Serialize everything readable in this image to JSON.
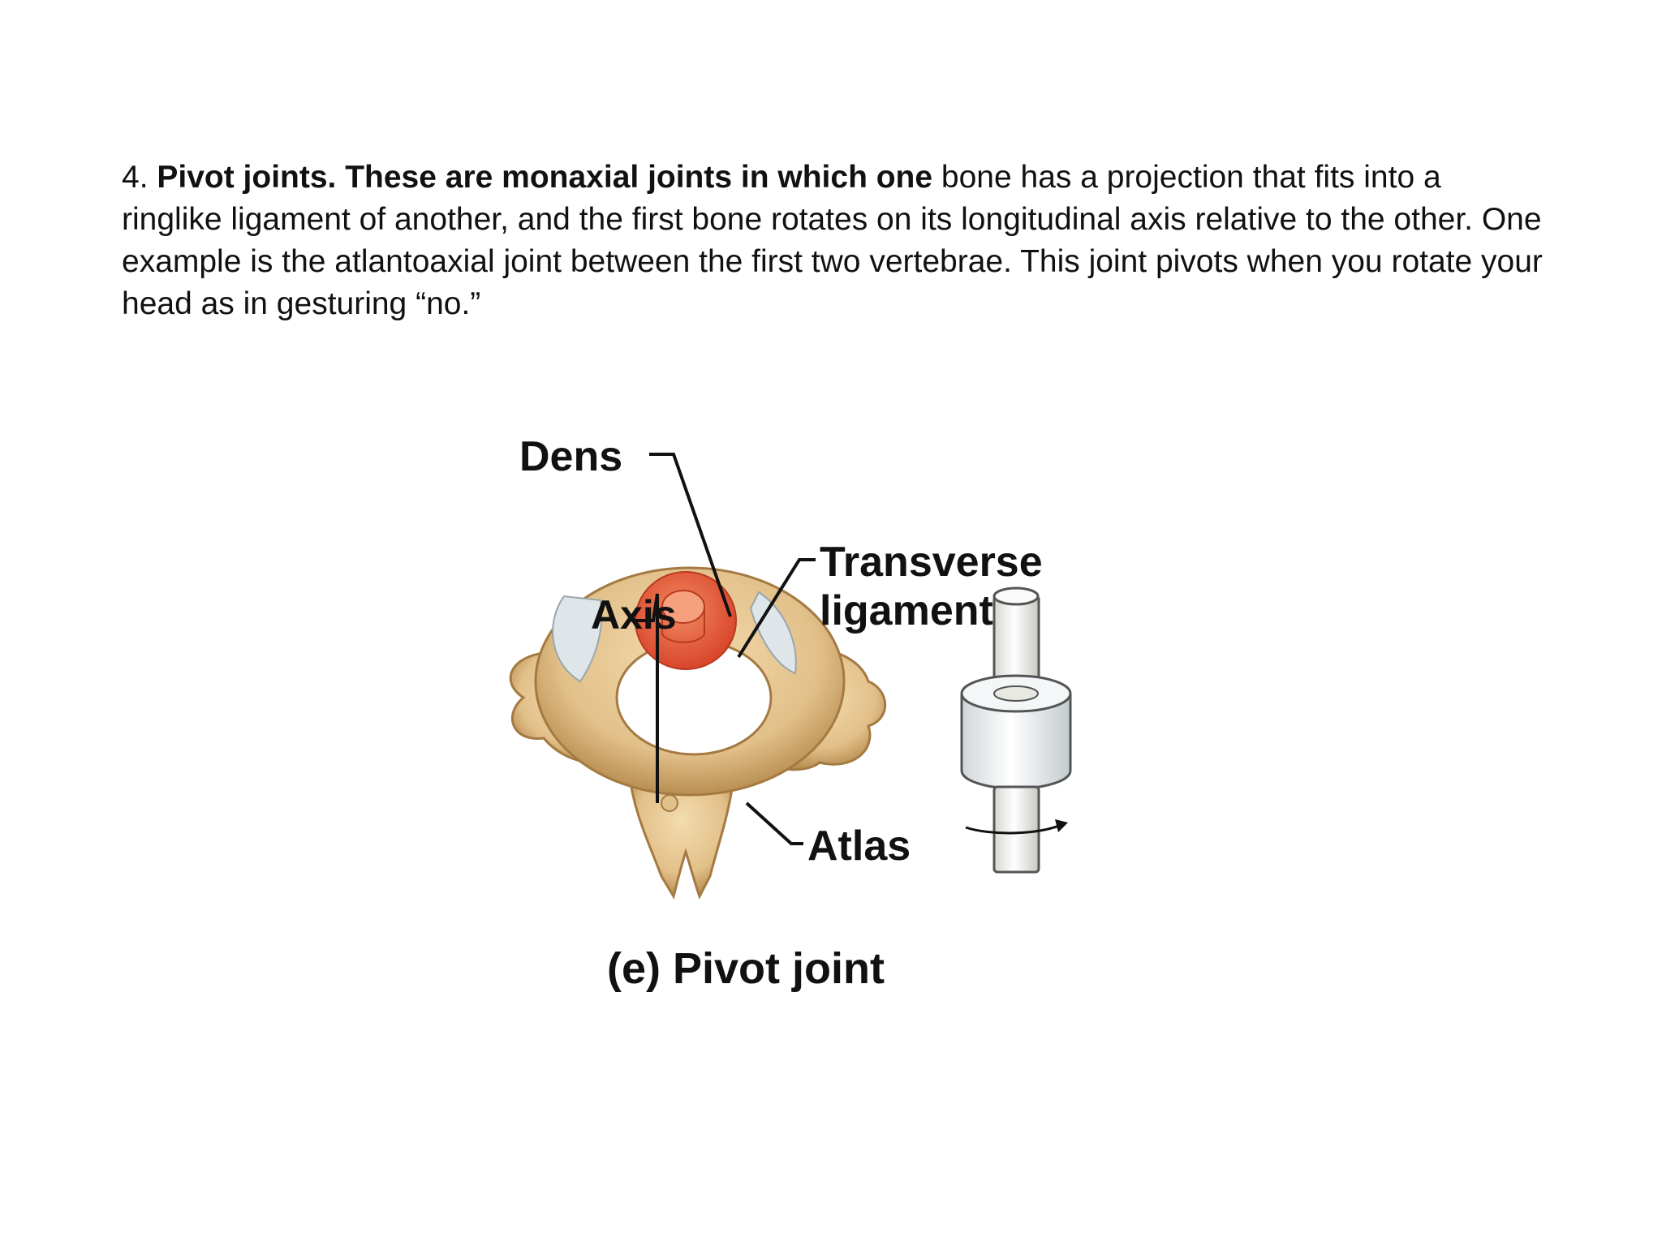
{
  "paragraph": {
    "number": "4.",
    "bold_lead": "Pivot joints. These are monaxial joints in which one",
    "rest": "bone has a projection that fits into a ringlike ligament of another, and the first bone rotates on its longitudinal axis relative to the other. One example is the atlantoaxial joint between the first two vertebrae. This joint pivots when you rotate your head as in gesturing “no.”"
  },
  "figure": {
    "labels": {
      "dens": "Dens",
      "axis": "Axis",
      "transverse_1": "Transverse",
      "transverse_2": "ligament",
      "atlas": "Atlas"
    },
    "caption": "(e) Pivot joint",
    "colors": {
      "bone": "#e2c08a",
      "bone_shadow": "#b98e52",
      "dens": "#e2572f",
      "cartilage": "#dfe6ea",
      "model": "#f3f0e4"
    }
  }
}
